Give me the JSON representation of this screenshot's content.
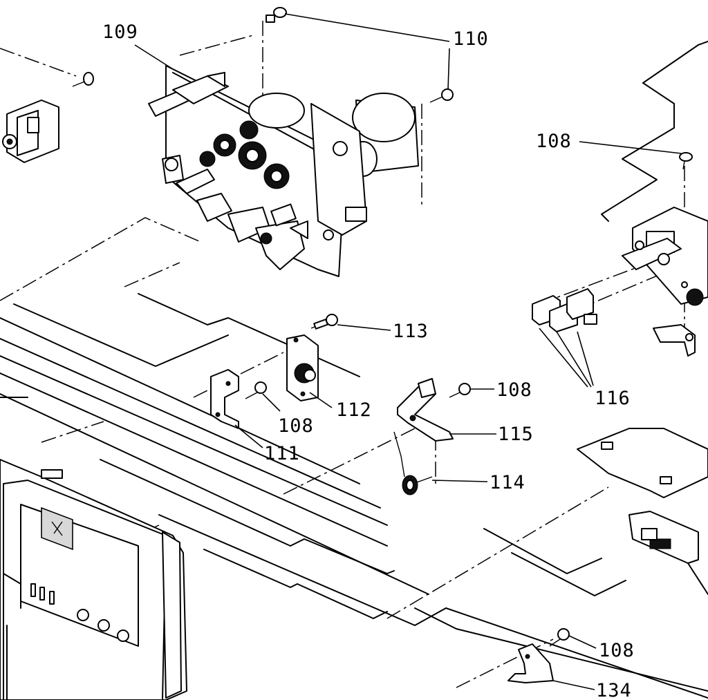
{
  "diagram": {
    "callouts": {
      "c109": "109",
      "c110": "110",
      "c108_top": "108",
      "c113": "113",
      "c112": "112",
      "c108_mid": "108",
      "c111": "111",
      "c108_right": "108",
      "c115": "115",
      "c114": "114",
      "c116": "116",
      "c108_bottom": "108",
      "c134": "134"
    }
  }
}
